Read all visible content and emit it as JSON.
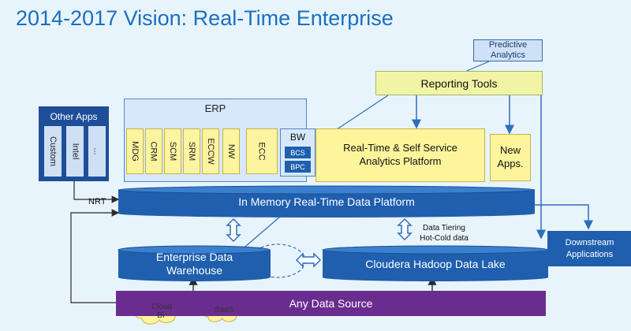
{
  "title": "2014-2017 Vision: Real-Time Enterprise",
  "predictive_analytics": "Predictive Analytics",
  "reporting_tools": "Reporting Tools",
  "erp": {
    "title": "ERP",
    "modules": [
      "MDG",
      "CRM",
      "SCM",
      "SRM",
      "ECCW",
      "NW"
    ],
    "ecc": "ECC",
    "bw": {
      "title": "BW",
      "items": [
        "BCS",
        "BPC"
      ]
    }
  },
  "realtime_self_service": "Real-Time & Self Service Analytics Platform",
  "new_apps": "New Apps.",
  "other_apps": {
    "title": "Other Apps",
    "items": [
      "Custom",
      "Intel",
      "..."
    ]
  },
  "nrt": "NRT",
  "in_memory": "In Memory Real-Time Data Platform",
  "data_tiering": "Data Tiering Hot-Cold data",
  "enterprise_dw": "Enterprise Data Warehouse",
  "hadoop": "Cloudera Hadoop Data Lake",
  "downstream": "Downstream Applications",
  "any_source": "Any Data Source",
  "clouds": [
    "Cloud BI",
    "SaaS"
  ],
  "colors": {
    "title_blue": "#1a6fc0",
    "cylinder_blue": "#1f5fae",
    "purple": "#6a2c8e",
    "yellow": "#fdf49c",
    "background": "#e8f4fb"
  }
}
